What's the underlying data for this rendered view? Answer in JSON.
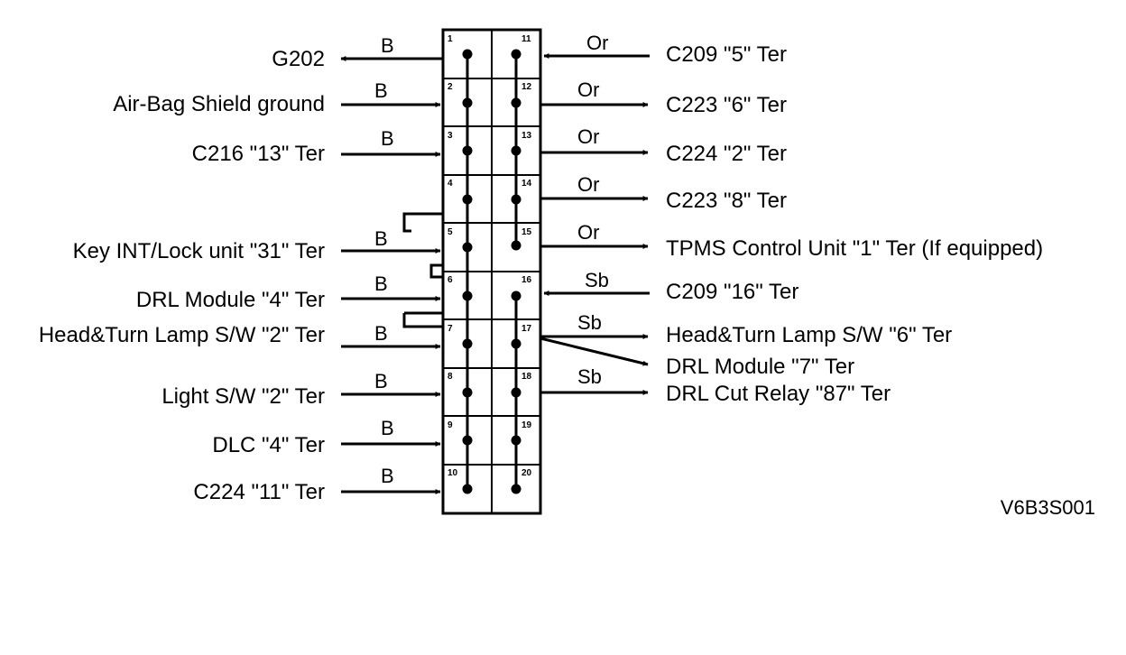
{
  "diagram_code": "V6B3S001",
  "colors": {
    "ink": "#000000",
    "background": "#ffffff"
  },
  "connector": {
    "left_pins": [
      "1",
      "2",
      "3",
      "4",
      "5",
      "6",
      "7",
      "8",
      "9",
      "10"
    ],
    "right_pins": [
      "11",
      "12",
      "13",
      "14",
      "15",
      "16",
      "17",
      "18",
      "19",
      "20"
    ]
  },
  "left_connections": [
    {
      "label": "G202",
      "wire": "B"
    },
    {
      "label": "Air-Bag Shield ground",
      "wire": "B"
    },
    {
      "label": "C216 \"13\" Ter",
      "wire": "B"
    },
    {
      "label": "Key INT/Lock unit \"31\" Ter",
      "wire": "B"
    },
    {
      "label": "DRL Module \"4\" Ter",
      "wire": "B"
    },
    {
      "label": "Head&Turn Lamp S/W \"2\" Ter",
      "wire": "B"
    },
    {
      "label": "Light S/W \"2\" Ter",
      "wire": "B"
    },
    {
      "label": "DLC \"4\" Ter",
      "wire": "B"
    },
    {
      "label": "C224 \"11\" Ter",
      "wire": "B"
    }
  ],
  "right_connections": [
    {
      "label": "C209 \"5\" Ter",
      "wire": "Or"
    },
    {
      "label": "C223 \"6\" Ter",
      "wire": "Or"
    },
    {
      "label": "C224 \"2\" Ter",
      "wire": "Or"
    },
    {
      "label": "C223 \"8\" Ter",
      "wire": "Or"
    },
    {
      "label": "TPMS Control Unit \"1\" Ter (If equipped)",
      "wire": "Or"
    },
    {
      "label": "C209 \"16\" Ter",
      "wire": "Sb"
    },
    {
      "label": "Head&Turn Lamp S/W \"6\" Ter",
      "wire": "Sb"
    },
    {
      "label": "DRL Module \"7\" Ter",
      "wire": ""
    },
    {
      "label": "DRL Cut Relay \"87\" Ter",
      "wire": "Sb"
    }
  ]
}
